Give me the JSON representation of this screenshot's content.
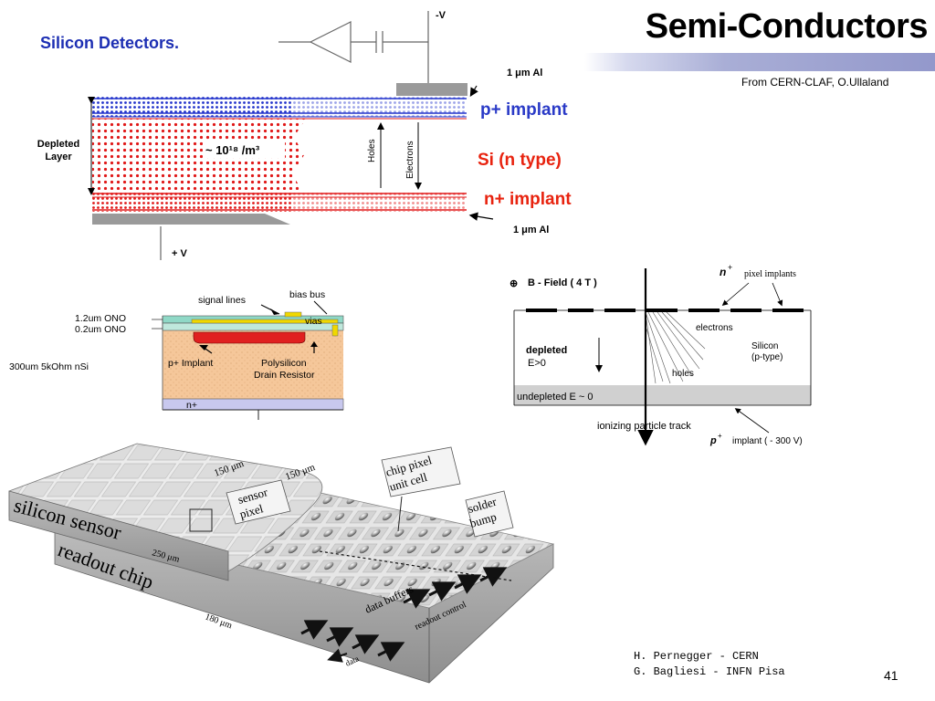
{
  "slide": {
    "title": "Semi-Conductors",
    "subtitle": "Silicon Detectors.",
    "source_credit": "From CERN-CLAF, O.Ullaland",
    "footer": {
      "author_1": "H. Pernegger - CERN",
      "author_2": "G. Bagliesi - INFN Pisa"
    },
    "page_number": "41",
    "title_bar_color": "#9398cb"
  },
  "detector_cross_section": {
    "bias_top": "-V",
    "bias_bottom": "+ V",
    "al_top": "1 μm Al",
    "al_bottom": "1 μm Al",
    "depleted_layer": [
      "Depleted",
      "Layer"
    ],
    "density": "~ 10¹⁸ /m³",
    "holes": "Holes",
    "electrons": "Electrons",
    "p_implant": "p+ implant",
    "si_n_type": "Si (n type)",
    "n_implant": "n+ implant",
    "colors": {
      "p_region": "#2233cc",
      "n_region": "#e01818"
    }
  },
  "pixel_structure": {
    "signal_lines": "signal lines",
    "bias_bus": "bias bus",
    "layer_1": "1.2um ONO",
    "layer_2": "0.2um ONO",
    "vias": "vias",
    "p_implant": "p+ Implant",
    "polysilicon": [
      "Polysilicon",
      "Drain Resistor"
    ],
    "bulk": "300um 5kOhm nSi",
    "n_plus": "n+"
  },
  "bfield_diagram": {
    "b_field": "B - Field  ( 4 T )",
    "n_pixel_implants": "pixel implants",
    "n_symbol": "n",
    "electrons": "electrons",
    "depleted": "depleted",
    "e_gt_0": "E>0",
    "silicon": "Silicon",
    "p_type": "(p-type)",
    "holes": "holes",
    "undepleted": "undepleted  E ~ 0",
    "ionizing_track": "ionizing  particle track",
    "p_symbol": "p",
    "p_implant": "implant ( - 300 V)"
  },
  "pixel_assembly": {
    "silicon_sensor": "silicon sensor",
    "sensor_thickness": "250 μm",
    "readout_chip": "readout chip",
    "chip_thickness": "180 μm",
    "pitch_1": "150 μm",
    "pitch_2": "150 μm",
    "sensor_pixel": [
      "sensor",
      "pixel"
    ],
    "chip_pixel_unit_cell": [
      "chip pixel",
      "unit cell"
    ],
    "solder_bump": [
      "solder",
      "bump"
    ],
    "data_buffers": "data buffers",
    "readout_control": "readout control",
    "data": "data"
  }
}
